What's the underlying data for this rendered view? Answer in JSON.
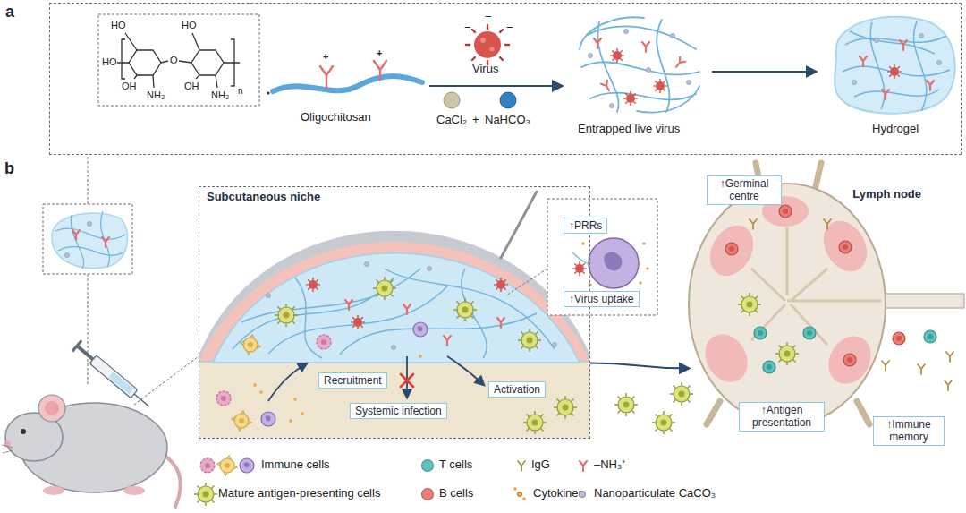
{
  "diagram": {
    "nodes": [
      {
        "text": [
          "a"
        ]
      },
      {
        "text": [
          "Subcutaneous niche"
        ]
      },
      {
        "text": [
          "↑PRRs"
        ]
      },
      {
        "text": [
          "↑Virus uptake"
        ]
      },
      {
        "text": [
          "Recruitment"
        ],
        "in": 1
      },
      {
        "text": [
          "Systemic infection"
        ],
        "in": 1
      },
      {
        "text": [
          "Activation"
        ],
        "in": 1
      },
      {
        "text": [
          "Lymph node"
        ]
      },
      {
        "text": [
          "↑Germinal centre"
        ]
      },
      {
        "text": [
          "↑Antigen presentation"
        ]
      },
      {
        "text": [
          "↑Immune memory"
        ]
      }
    ],
    "edges": [
      {
        "from": 1,
        "to": 7,
        "arrow": "to"
      }
    ],
    "labels": [
      "b",
      "HO",
      "HO",
      "OH",
      "OH",
      "HO",
      "O",
      "NH₂",
      "NH₂",
      "n",
      "Oligochitosan",
      "+",
      "+",
      "Virus",
      "−",
      "−",
      "−",
      "CaCl₂",
      "+",
      "NaHCO₃",
      "Entrapped live virus",
      "Hydrogel"
    ],
    "legend": [
      {
        "text": "Immune cells"
      },
      {
        "text": "T cells",
        "color": "#5ec3bd"
      },
      {
        "text": "IgG"
      },
      {
        "text": "–NH₃⁺"
      },
      {
        "text": "Mature antigen-presenting cells"
      },
      {
        "text": "B cells",
        "color": "#ec7c74"
      },
      {
        "text": "Cytokines",
        "color": "#f4a340"
      },
      {
        "text": "Nanoparticulate CaCO₃",
        "color": "#b9bdd4"
      }
    ]
  }
}
